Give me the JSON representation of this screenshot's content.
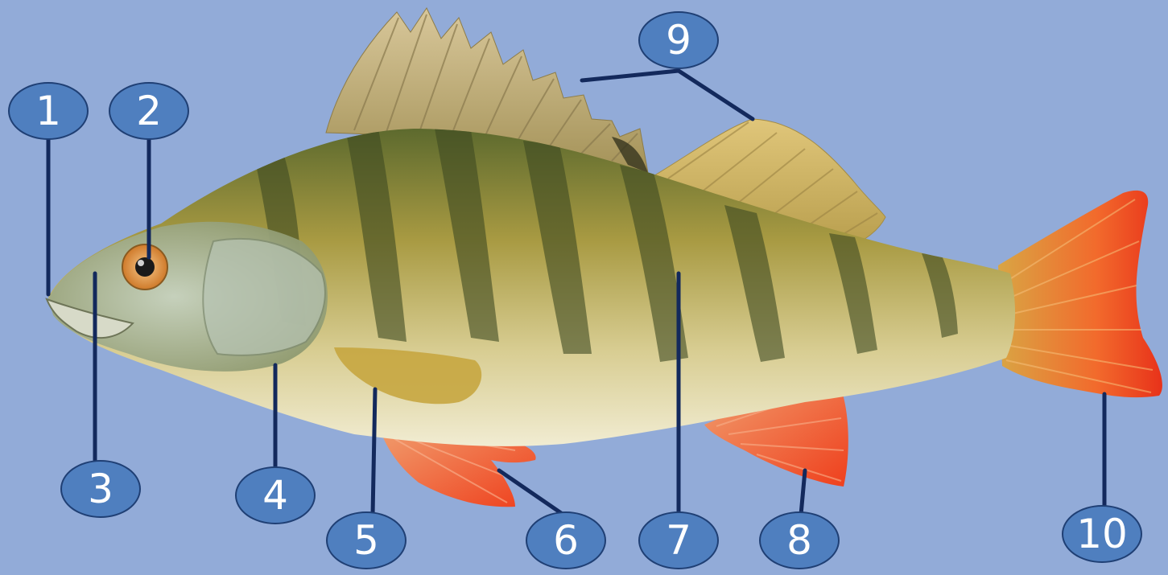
{
  "labels": [
    "1",
    "2",
    "3",
    "4",
    "5",
    "6",
    "7",
    "8",
    "9",
    "10"
  ],
  "colors": {
    "background": "#92abd8",
    "callout_fill": "#4f7fbf",
    "callout_border": "#1f3f74",
    "leader_line": "#13295c",
    "body": "#a59a45",
    "bands": "#4b5628",
    "belly": "#efe7c4",
    "dorsal_fin": "#cbb984",
    "red_fins": "#f2562b"
  }
}
